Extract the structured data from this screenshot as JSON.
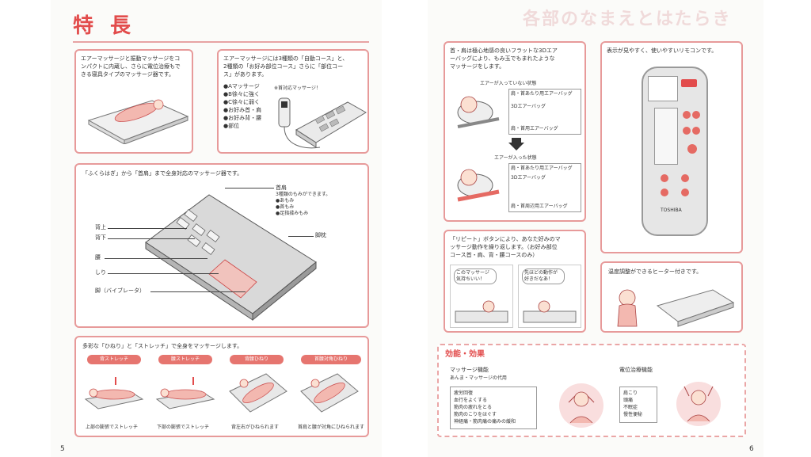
{
  "left": {
    "title": "特 長",
    "page_number": "5",
    "box1": {
      "text": "エアーマッサージと振動マッサージをコ\nンパクトに内蔵し、さらに電位治療もで\nきる寝具タイプのマッサージ器です。"
    },
    "box2": {
      "text": "エアーマッサージには3種類の「自動コース」と、\n2種類の「お好み部位コース」さらに「部位コー\nス」があります。",
      "list": [
        "●Aマッサージ",
        "●B徐々に強く",
        "●C徐々に弱く",
        "●お好み首・肩",
        "●お好み背・腰",
        "●部位"
      ],
      "callout": "※首対応マッサージ！"
    },
    "box3": {
      "heading": "「ふくらはぎ」から「首肩」まで全身対応のマッサージ器です。",
      "neck_label": "首肩",
      "neck_desc": "3種類のもみができます。\n●あもみ\n●首もみ\n●足指揉みもみ",
      "labels": [
        "背上",
        "背下",
        "腰",
        "しり",
        "脚（バイブレータ）"
      ],
      "calf": "脚枕"
    },
    "box4": {
      "heading": "多彩な「ひねり」と「ストレッチ」で全身をマッサージします。",
      "pills": [
        "背ストレッチ",
        "腰ストレッチ",
        "背腰ひねり",
        "首腰対角ひねり"
      ],
      "captions": [
        "上部の膨張でストレッチ",
        "下部の膨張でストレッチ",
        "背左右がひねられます",
        "首肩と腰が対角にひねられます"
      ]
    }
  },
  "right": {
    "page_number": "6",
    "watermark": "各部のなまえとはたらき",
    "box1": {
      "text": "首・肩は極心地感の良いフラットな3Dエア\nーバッグにより、もみ玉でもまれたような\nマッサージをします。",
      "caption_top": "エアーが入っていない状態",
      "caption_bottom": "エアーが入った状態",
      "callouts_top": [
        "肩・首あたり用エアーバッグ",
        "3Dエアーバッグ",
        "肩・首用エアーバッグ"
      ],
      "callouts_bottom": [
        "肩・首あたり用エアーバッグ",
        "3Dエアーバッグ",
        "肩・首周辺用エアーバッグ"
      ]
    },
    "box2": {
      "text": "表示が見やすく、使いやすいリモコンです。",
      "brand": "TOSHIBA"
    },
    "box3": {
      "text": "「リピート」ボタンにより、あなた好みのマ\nッサージ動作を繰り返します。（お好み部位\nコース首・肩、背・腰コースのみ）",
      "bubble1": "このマッサージ\n気持ちいい！",
      "bubble2": "先ほどの動作が\n好きだなあ！"
    },
    "box4": {
      "text": "温度調整ができるヒーター付きです。"
    },
    "effects": {
      "heading": "効能・効果",
      "massage_title": "マッサージ機能",
      "massage_sub": "あんま・マッサージの代用",
      "massage_list": "疲労回復\n血行をよくする\n筋肉の疲れをとる\n筋肉のこりをほぐす\n神経痛・筋肉痛の痛みの緩和",
      "potential_title": "電位治療機能",
      "potential_list": "肩こり\n頭痛\n不眠症\n慢性便秘"
    }
  }
}
